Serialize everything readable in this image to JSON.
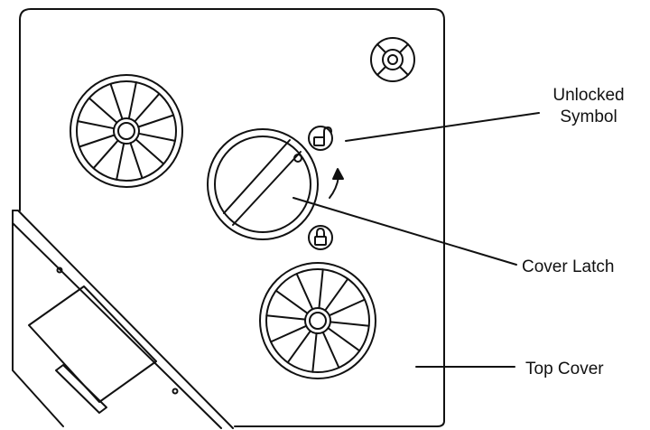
{
  "labels": {
    "unlocked_symbol_line1": "Unlocked",
    "unlocked_symbol_line2": "Symbol",
    "cover_latch": "Cover Latch",
    "top_cover": "Top Cover"
  },
  "colors": {
    "stroke": "#111111",
    "background": "#ffffff"
  },
  "icons": [
    "unlocked-padlock-icon",
    "locked-padlock-icon",
    "rotate-arrow-icon"
  ]
}
